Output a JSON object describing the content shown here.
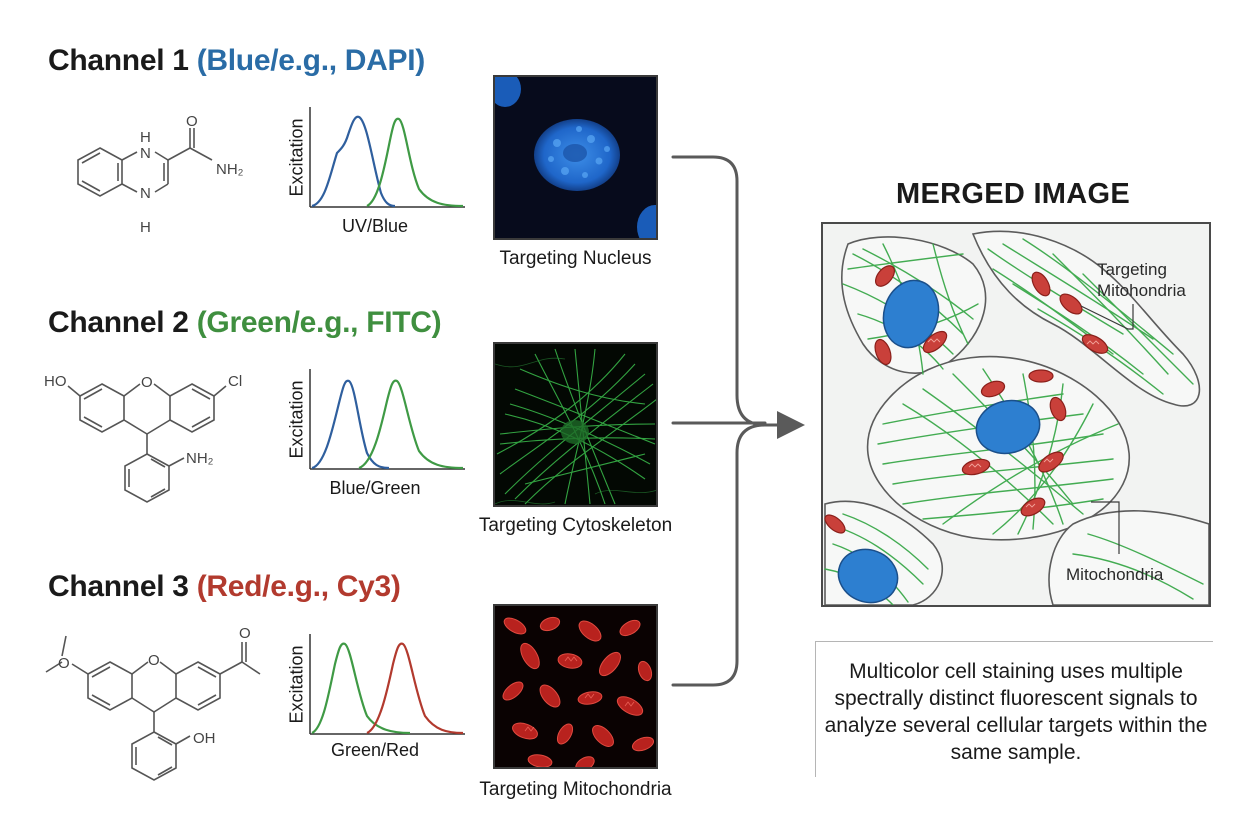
{
  "channels": [
    {
      "title": "Channel 1",
      "subtitle": "(Blue/e.g., DAPI)",
      "subtitle_color": "#2a6ca6",
      "spectrum_ylabel": "Excitation",
      "spectrum_xlabel": "UV/Blue",
      "caption": "Targeting Nucleus",
      "molecule_labels": {
        "h_top": "H",
        "n_top": "N",
        "n_bottom": "N",
        "h_bottom": "H",
        "o": "O",
        "nh2": "NH₂"
      }
    },
    {
      "title": "Channel 2",
      "subtitle": "(Green/e.g., FITC)",
      "subtitle_color": "#3f8f3f",
      "spectrum_ylabel": "Excitation",
      "spectrum_xlabel": "Blue/Green",
      "caption": "Targeting Cytoskeleton",
      "molecule_labels": {
        "ho": "HO",
        "o": "O",
        "cl": "Cl",
        "nh2": "NH₂"
      }
    },
    {
      "title": "Channel 3",
      "subtitle": "(Red/e.g., Cy3)",
      "subtitle_color": "#b23a2e",
      "spectrum_ylabel": "Excitation",
      "spectrum_xlabel": "Green/Red",
      "caption": "Targeting Mitochondria",
      "molecule_labels": {
        "o_left": "O",
        "o_ring": "O",
        "o_ketone": "O",
        "oh": "OH"
      }
    }
  ],
  "merged": {
    "title": "MERGED IMAGE",
    "annotation_top": [
      "Targeting",
      "Mitohondria"
    ],
    "annotation_bottom": "Mitochondria"
  },
  "description": "Multicolor cell staining uses multiple spectrally distinct fluorescent signals to analyze several cellular targets within the same sample.",
  "colors": {
    "blue_curve": "#2f5f9e",
    "green_curve": "#3f9a45",
    "red_curve": "#b23a2e",
    "nucleus": "#2d7fd0",
    "actin": "#3aa84a",
    "mito": "#c9403a",
    "connector": "#5a5a5a"
  }
}
